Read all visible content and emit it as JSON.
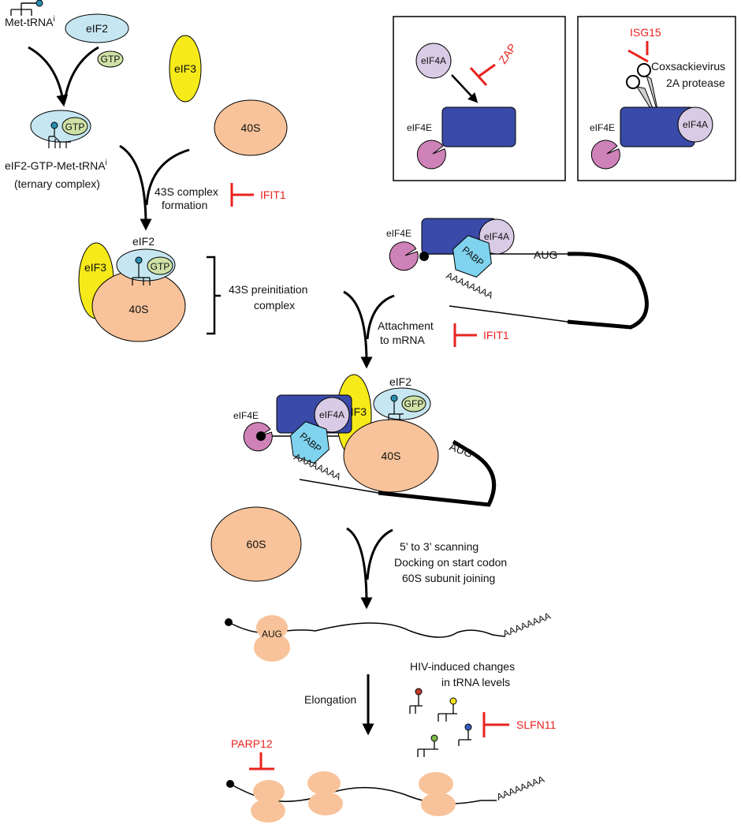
{
  "colors": {
    "eif2": "#c6e7f2",
    "gtp": "#cfe2a6",
    "eif3": "#f6ea1a",
    "ribosome": "#f8c39a",
    "eif4g": "#3a4aa8",
    "eif4a": "#d9cbe5",
    "eif4e": "#cf82b8",
    "pabp": "#7fd3ee",
    "inhibitor": "#e8231f",
    "trna_red": "#c0392b",
    "trna_yellow": "#f5e11a",
    "trna_green": "#7ab648",
    "trna_blue": "#3b5bbf"
  },
  "labels": {
    "met_trna": "Met-tRNA",
    "met_trna_sup": "i",
    "eif2": "eIF2",
    "gtp": "GTP",
    "gfp": "GFP",
    "eif3": "eIF3",
    "s40": "40S",
    "s60": "60S",
    "ternary_line1": "eIF2-GTP-Met-tRNA",
    "ternary_sup": "i",
    "ternary_line2": "(ternary complex)",
    "formation_line1": "43S complex",
    "formation_line2": "formation",
    "preinit_line1": "43S preinitiation",
    "preinit_line2": "complex",
    "attach_line1": "Attachment",
    "attach_line2": "to mRNA",
    "scan_line1": "5’ to 3’ scanning",
    "scan_line2": "Docking on start codon",
    "scan_line3": "60S subunit joining",
    "elongation": "Elongation",
    "hiv_line1": "HIV-induced changes",
    "hiv_line2": "in tRNA levels",
    "eif4a": "eIF4A",
    "eif4e": "eIF4E",
    "pabp": "PABP",
    "aug": "AUG",
    "polya": "AAAAAAAA",
    "coxsackie_line1": "Coxsackievirus",
    "coxsackie_line2": "2A protease"
  },
  "inhibitors": {
    "ifit1_a": "IFIT1",
    "ifit1_b": "IFIT1",
    "zap": "ZAP",
    "isg15": "ISG15",
    "slfn11": "SLFN11",
    "parp12": "PARP12"
  }
}
